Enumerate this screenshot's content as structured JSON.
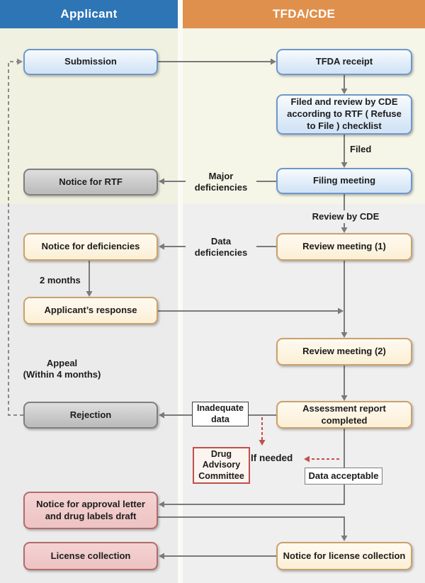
{
  "colors": {
    "header_blue": "#2e75b6",
    "header_orange": "#e0904d",
    "red_accent": "#c0504d",
    "arrow_gray": "#7a7a7a",
    "box_blue_border": "#6d98ca",
    "box_cream_border": "#c9a26b",
    "box_gray_border": "#7f7f7f",
    "box_pink_border": "#b26b6b"
  },
  "header": {
    "applicant": "Applicant",
    "tfda_cde": "TFDA/CDE"
  },
  "nodes": {
    "submission": "Submission",
    "tfda_receipt": "TFDA receipt",
    "filed_review": "Filed and review by CDE according to RTF ( Refuse to File ) checklist",
    "filing_meeting": "Filing meeting",
    "notice_rtf": "Notice for RTF",
    "review_meeting_1": "Review meeting (1)",
    "notice_deficiencies": "Notice for deficiencies",
    "applicants_response": "Applicant’s response",
    "review_meeting_2": "Review meeting (2)",
    "assessment_report": "Assessment report completed",
    "rejection": "Rejection",
    "drug_advisory_committee": "Drug Advisory Committee",
    "notice_approval": "Notice for approval letter and drug labels draft",
    "license_collection": "License collection",
    "notice_license": "Notice for license collection"
  },
  "labels": {
    "filed": "Filed",
    "major_deficiencies": "Major deficiencies",
    "review_by_cde": "Review by CDE",
    "data_deficiencies": "Data deficiencies",
    "two_months": "2 months",
    "appeal_line1": "Appeal",
    "appeal_line2": "(Within 4 months)",
    "inadequate_data": "Inadequate data",
    "if_needed": "If needed",
    "data_acceptable": "Data acceptable"
  }
}
